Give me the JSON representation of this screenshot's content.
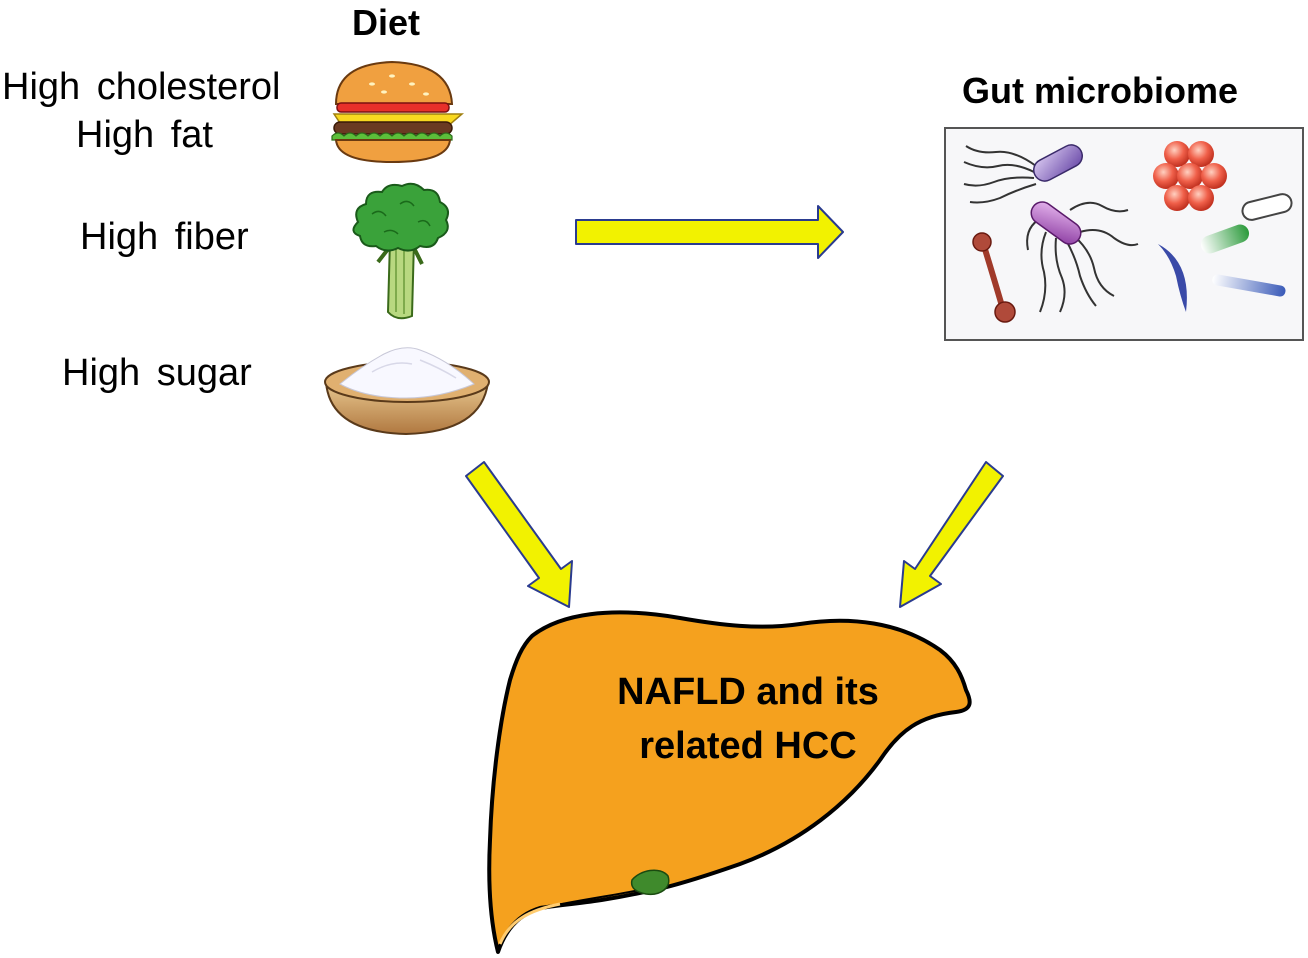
{
  "diet": {
    "title": "Diet",
    "items": [
      {
        "label_line1": "High  cholesterol",
        "label_line2": "High  fat",
        "icon": "burger-icon"
      },
      {
        "label": "High  fiber",
        "icon": "broccoli-icon"
      },
      {
        "label": "High  sugar",
        "icon": "sugar-bowl-icon"
      }
    ]
  },
  "microbiome": {
    "title": "Gut microbiome",
    "icon": "bacteria-panel-icon"
  },
  "outcome": {
    "line1": "NAFLD and its",
    "line2": "related HCC",
    "icon": "liver-icon"
  },
  "colors": {
    "arrow_fill": "#f2f200",
    "arrow_stroke": "#2a3b8f",
    "liver_fill": "#f5a11e",
    "gallbladder": "#3f8a2c"
  }
}
